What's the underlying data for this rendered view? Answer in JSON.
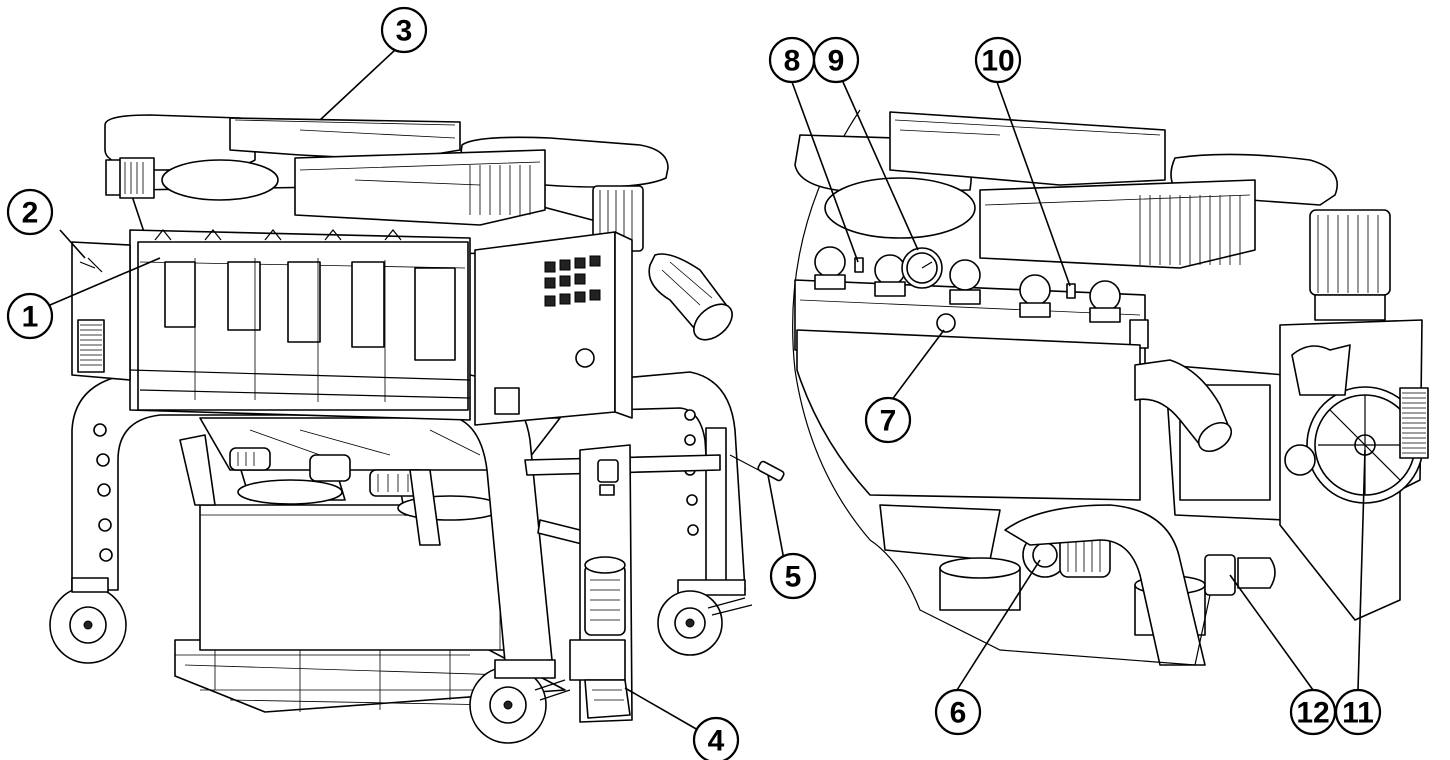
{
  "callouts": [
    {
      "id": "1",
      "label": "1"
    },
    {
      "id": "2",
      "label": "2"
    },
    {
      "id": "3",
      "label": "3"
    },
    {
      "id": "4",
      "label": "4"
    },
    {
      "id": "5",
      "label": "5"
    },
    {
      "id": "6",
      "label": "6"
    },
    {
      "id": "7",
      "label": "7"
    },
    {
      "id": "8",
      "label": "8"
    },
    {
      "id": "9",
      "label": "9"
    },
    {
      "id": "10",
      "label": "10"
    },
    {
      "id": "11",
      "label": "11"
    },
    {
      "id": "12",
      "label": "12"
    }
  ],
  "colors": {
    "line": "#000000",
    "background": "#ffffff",
    "shade": "#e6e6e6"
  }
}
